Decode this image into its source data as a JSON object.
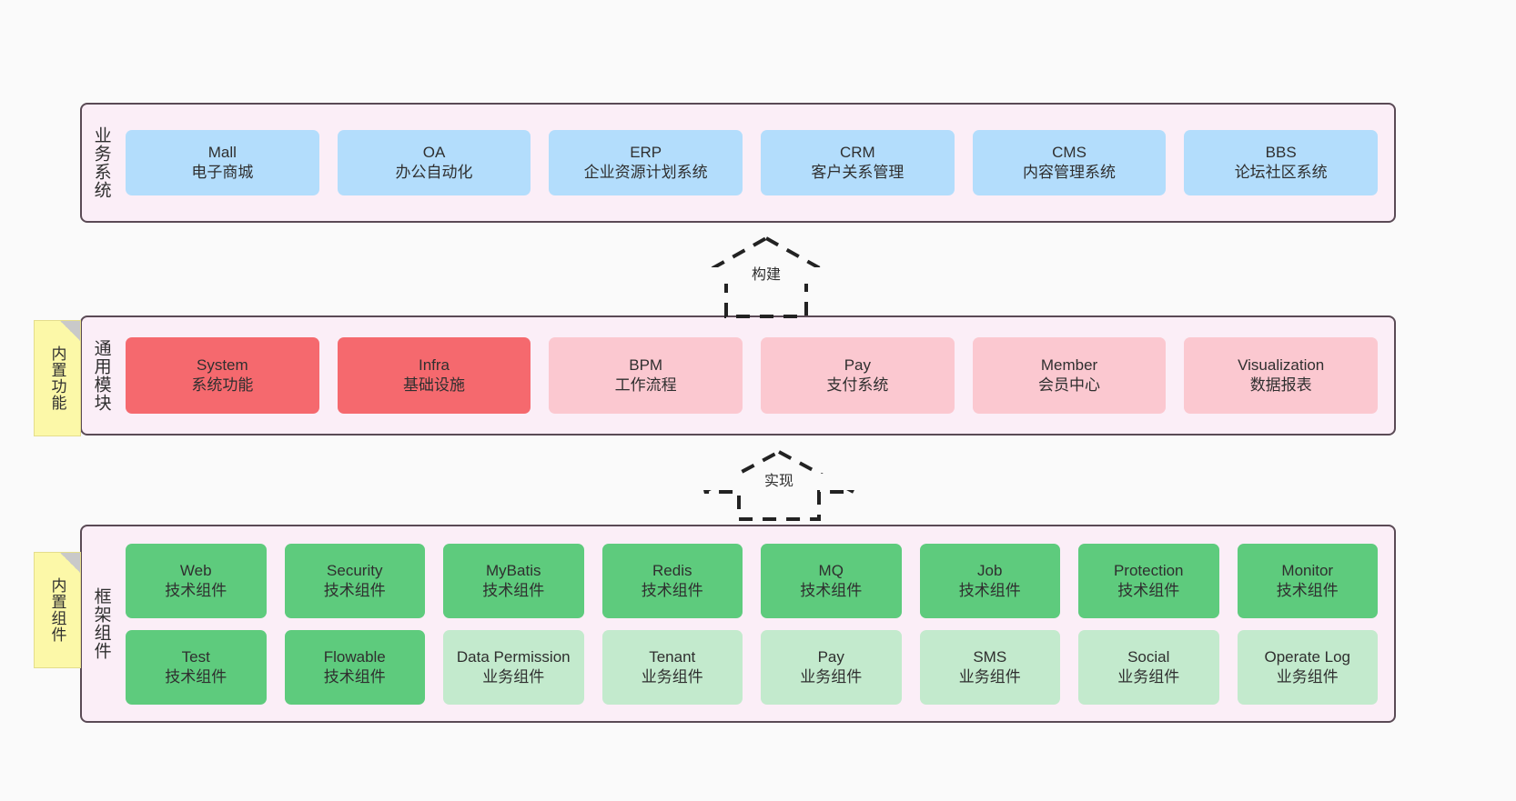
{
  "diagram": {
    "title": "ruoyi-vue-pro architecture layers",
    "background": "#fafafa",
    "colors": {
      "band_fill": "#fbeef7",
      "band_border": "#5a4a55",
      "business_cell": "#b3ddfc",
      "common_core_cell": "#f5696e",
      "common_cell": "#fbc8d0",
      "framework_tech_cell": "#5ecb7d",
      "framework_biz_cell": "#c3eacd",
      "note_fill": "#fcf8a8",
      "note_fold": "#c9c9c9"
    }
  },
  "layers": [
    {
      "id": "business",
      "title": "业务系统",
      "rows": [
        {
          "cells": [
            {
              "t1": "Mall",
              "t2": "电子商城",
              "style": "c-blue"
            },
            {
              "t1": "OA",
              "t2": "办公自动化",
              "style": "c-blue"
            },
            {
              "t1": "ERP",
              "t2": "企业资源计划系统",
              "style": "c-blue"
            },
            {
              "t1": "CRM",
              "t2": "客户关系管理",
              "style": "c-blue"
            },
            {
              "t1": "CMS",
              "t2": "内容管理系统",
              "style": "c-blue"
            },
            {
              "t1": "BBS",
              "t2": "论坛社区系统",
              "style": "c-blue"
            }
          ]
        }
      ]
    },
    {
      "id": "common",
      "title": "通用模块",
      "note": "内置功能",
      "rows": [
        {
          "cells": [
            {
              "t1": "System",
              "t2": "系统功能",
              "style": "c-red"
            },
            {
              "t1": "Infra",
              "t2": "基础设施",
              "style": "c-red"
            },
            {
              "t1": "BPM",
              "t2": "工作流程",
              "style": "c-pink"
            },
            {
              "t1": "Pay",
              "t2": "支付系统",
              "style": "c-pink"
            },
            {
              "t1": "Member",
              "t2": "会员中心",
              "style": "c-pink"
            },
            {
              "t1": "Visualization",
              "t2": "数据报表",
              "style": "c-pink"
            }
          ]
        }
      ]
    },
    {
      "id": "framework",
      "title": "框架组件",
      "note": "内置组件",
      "rows": [
        {
          "cells": [
            {
              "t1": "Web",
              "t2": "技术组件",
              "style": "c-green"
            },
            {
              "t1": "Security",
              "t2": "技术组件",
              "style": "c-green"
            },
            {
              "t1": "MyBatis",
              "t2": "技术组件",
              "style": "c-green"
            },
            {
              "t1": "Redis",
              "t2": "技术组件",
              "style": "c-green"
            },
            {
              "t1": "MQ",
              "t2": "技术组件",
              "style": "c-green"
            },
            {
              "t1": "Job",
              "t2": "技术组件",
              "style": "c-green"
            },
            {
              "t1": "Protection",
              "t2": "技术组件",
              "style": "c-green"
            },
            {
              "t1": "Monitor",
              "t2": "技术组件",
              "style": "c-green"
            }
          ]
        },
        {
          "cells": [
            {
              "t1": "Test",
              "t2": "技术组件",
              "style": "c-green"
            },
            {
              "t1": "Flowable",
              "t2": "技术组件",
              "style": "c-green"
            },
            {
              "t1": "Data Permission",
              "t2": "业务组件",
              "style": "c-greenlite"
            },
            {
              "t1": "Tenant",
              "t2": "业务组件",
              "style": "c-greenlite"
            },
            {
              "t1": "Pay",
              "t2": "业务组件",
              "style": "c-greenlite"
            },
            {
              "t1": "SMS",
              "t2": "业务组件",
              "style": "c-greenlite"
            },
            {
              "t1": "Social",
              "t2": "业务组件",
              "style": "c-greenlite"
            },
            {
              "t1": "Operate Log",
              "t2": "业务组件",
              "style": "c-greenlite"
            }
          ]
        }
      ]
    }
  ],
  "arrows": [
    {
      "id": "build",
      "label": "构建",
      "from": "common",
      "to": "business",
      "style": "dashed-hollow-up"
    },
    {
      "id": "impl",
      "label": "实现",
      "from": "framework",
      "to": "common",
      "style": "dashed-hollow-up"
    }
  ]
}
